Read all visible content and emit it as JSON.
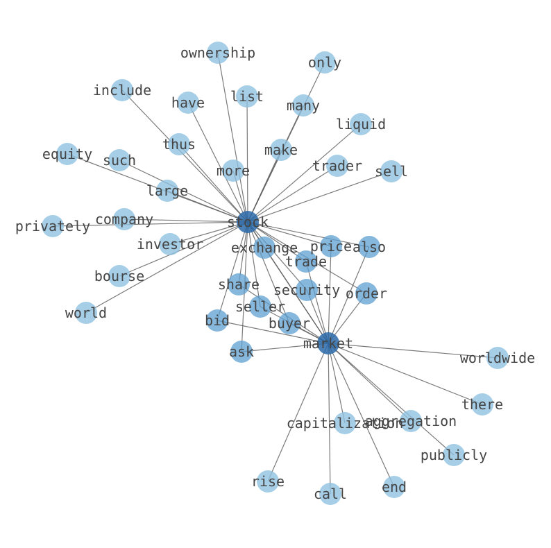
{
  "graph": {
    "colors": {
      "leaf": "#8dc0e0",
      "mid": "#5d9fd0",
      "hub": "#2a6aa8",
      "edge": "#555555",
      "label": "#444444"
    },
    "nodes": [
      {
        "id": "stock",
        "label": "stock",
        "tier": "hub"
      },
      {
        "id": "market",
        "label": "market",
        "tier": "hub"
      },
      {
        "id": "exchange",
        "label": "exchange",
        "tier": "mid"
      },
      {
        "id": "price",
        "label": "price",
        "tier": "mid"
      },
      {
        "id": "also",
        "label": "also",
        "tier": "mid"
      },
      {
        "id": "trade",
        "label": "trade",
        "tier": "mid"
      },
      {
        "id": "share",
        "label": "share",
        "tier": "mid"
      },
      {
        "id": "security",
        "label": "security",
        "tier": "mid"
      },
      {
        "id": "order",
        "label": "order",
        "tier": "mid"
      },
      {
        "id": "seller",
        "label": "seller",
        "tier": "mid"
      },
      {
        "id": "buyer",
        "label": "buyer",
        "tier": "mid"
      },
      {
        "id": "bid",
        "label": "bid",
        "tier": "mid"
      },
      {
        "id": "ask",
        "label": "ask",
        "tier": "mid"
      },
      {
        "id": "ownership",
        "label": "ownership",
        "tier": "leaf"
      },
      {
        "id": "only",
        "label": "only",
        "tier": "leaf"
      },
      {
        "id": "include",
        "label": "include",
        "tier": "leaf"
      },
      {
        "id": "list",
        "label": "list",
        "tier": "leaf"
      },
      {
        "id": "have",
        "label": "have",
        "tier": "leaf"
      },
      {
        "id": "many",
        "label": "many",
        "tier": "leaf"
      },
      {
        "id": "liquid",
        "label": "liquid",
        "tier": "leaf"
      },
      {
        "id": "thus",
        "label": "thus",
        "tier": "leaf"
      },
      {
        "id": "make",
        "label": "make",
        "tier": "leaf"
      },
      {
        "id": "equity",
        "label": "equity",
        "tier": "leaf"
      },
      {
        "id": "such",
        "label": "such",
        "tier": "leaf"
      },
      {
        "id": "more",
        "label": "more",
        "tier": "leaf"
      },
      {
        "id": "trader",
        "label": "trader",
        "tier": "leaf"
      },
      {
        "id": "sell",
        "label": "sell",
        "tier": "leaf"
      },
      {
        "id": "large",
        "label": "large",
        "tier": "leaf"
      },
      {
        "id": "company",
        "label": "company",
        "tier": "leaf"
      },
      {
        "id": "privately",
        "label": "privately",
        "tier": "leaf"
      },
      {
        "id": "investor",
        "label": "investor",
        "tier": "leaf"
      },
      {
        "id": "bourse",
        "label": "bourse",
        "tier": "leaf"
      },
      {
        "id": "world",
        "label": "world",
        "tier": "leaf"
      },
      {
        "id": "worldwide",
        "label": "worldwide",
        "tier": "leaf"
      },
      {
        "id": "there",
        "label": "there",
        "tier": "leaf"
      },
      {
        "id": "capitalization",
        "label": "capitalization",
        "tier": "leaf"
      },
      {
        "id": "aggregation",
        "label": "aggregation",
        "tier": "leaf"
      },
      {
        "id": "publicly",
        "label": "publicly",
        "tier": "leaf"
      },
      {
        "id": "rise",
        "label": "rise",
        "tier": "leaf"
      },
      {
        "id": "call",
        "label": "call",
        "tier": "leaf"
      },
      {
        "id": "end",
        "label": "end",
        "tier": "leaf"
      }
    ],
    "edges": [
      [
        "stock",
        "ownership"
      ],
      [
        "stock",
        "include"
      ],
      [
        "stock",
        "list"
      ],
      [
        "stock",
        "have"
      ],
      [
        "stock",
        "many"
      ],
      [
        "stock",
        "only"
      ],
      [
        "stock",
        "liquid"
      ],
      [
        "stock",
        "thus"
      ],
      [
        "stock",
        "make"
      ],
      [
        "stock",
        "equity"
      ],
      [
        "stock",
        "such"
      ],
      [
        "stock",
        "more"
      ],
      [
        "stock",
        "trader"
      ],
      [
        "stock",
        "sell"
      ],
      [
        "stock",
        "large"
      ],
      [
        "stock",
        "company"
      ],
      [
        "stock",
        "privately"
      ],
      [
        "stock",
        "investor"
      ],
      [
        "stock",
        "bourse"
      ],
      [
        "stock",
        "world"
      ],
      [
        "stock",
        "exchange"
      ],
      [
        "stock",
        "price"
      ],
      [
        "stock",
        "also"
      ],
      [
        "stock",
        "trade"
      ],
      [
        "stock",
        "share"
      ],
      [
        "stock",
        "security"
      ],
      [
        "stock",
        "order"
      ],
      [
        "stock",
        "seller"
      ],
      [
        "stock",
        "buyer"
      ],
      [
        "stock",
        "bid"
      ],
      [
        "stock",
        "ask"
      ],
      [
        "stock",
        "market"
      ],
      [
        "market",
        "exchange"
      ],
      [
        "market",
        "price"
      ],
      [
        "market",
        "also"
      ],
      [
        "market",
        "trade"
      ],
      [
        "market",
        "share"
      ],
      [
        "market",
        "security"
      ],
      [
        "market",
        "order"
      ],
      [
        "market",
        "seller"
      ],
      [
        "market",
        "buyer"
      ],
      [
        "market",
        "bid"
      ],
      [
        "market",
        "ask"
      ],
      [
        "market",
        "worldwide"
      ],
      [
        "market",
        "there"
      ],
      [
        "market",
        "capitalization"
      ],
      [
        "market",
        "aggregation"
      ],
      [
        "market",
        "publicly"
      ],
      [
        "market",
        "rise"
      ],
      [
        "market",
        "call"
      ],
      [
        "market",
        "end"
      ]
    ]
  }
}
